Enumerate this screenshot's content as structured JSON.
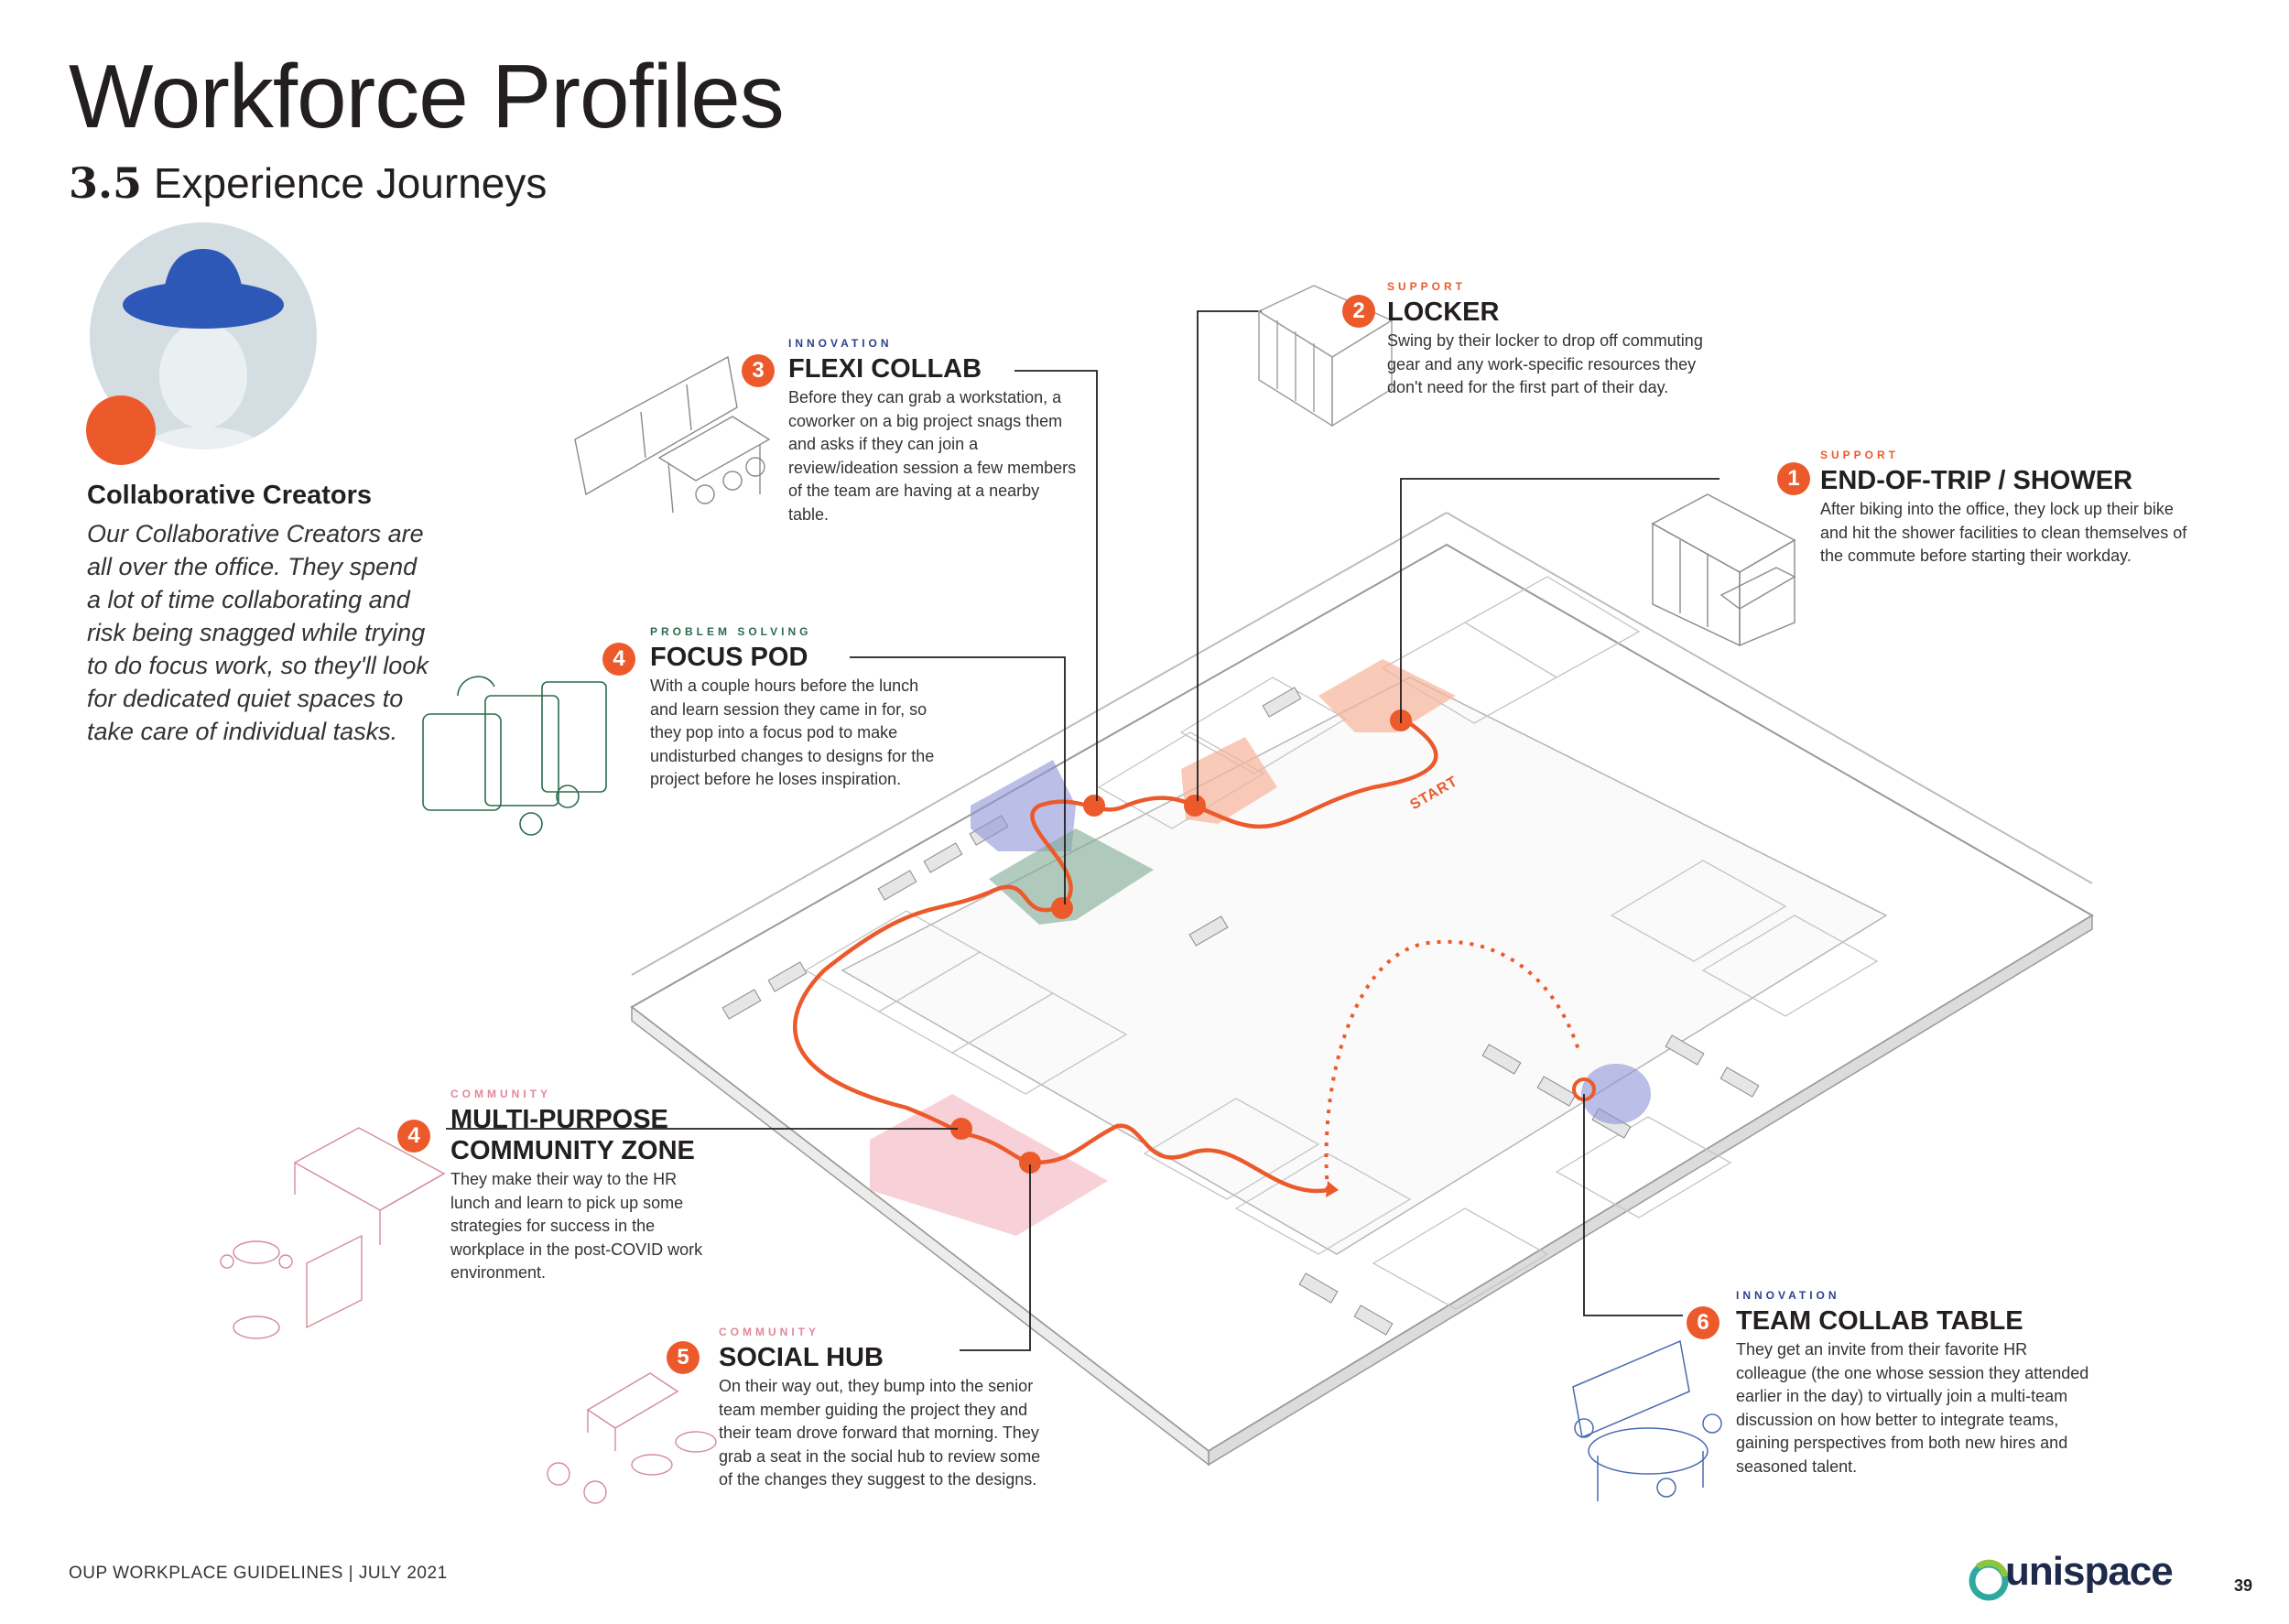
{
  "header": {
    "title": "Workforce Profiles",
    "section_number": "3.5",
    "section_title": "Experience Journeys"
  },
  "persona": {
    "name": "Collaborative Creators",
    "description": "Our Collaborative Creators are all over the office. They spend a lot of time collaborating and risk being snagged while trying to do focus work, so they'll look for dedicated quiet spaces to take care of individual tasks."
  },
  "map": {
    "start_label": "START"
  },
  "stops": [
    {
      "number": "1",
      "category": "SUPPORT",
      "title": "END-OF-TRIP / SHOWER",
      "description": "After biking into the office, they lock up their bike and hit the shower facilities to clean themselves of the commute before starting their workday."
    },
    {
      "number": "2",
      "category": "SUPPORT",
      "title": "LOCKER",
      "description": "Swing by their locker to drop off commuting gear and any work-specific resources they don't need for the first part of their day."
    },
    {
      "number": "3",
      "category": "INNOVATION",
      "title": "FLEXI COLLAB",
      "description": "Before they can grab a workstation, a coworker on a big project snags them and asks if they can join a review/ideation session a few members of the team are having at a nearby table."
    },
    {
      "number": "4",
      "category": "PROBLEM SOLVING",
      "title": "FOCUS POD",
      "description": "With a couple hours before the lunch and learn session they came in for, so they pop into a focus pod to make undisturbed changes to designs for the project before he loses inspiration."
    },
    {
      "number": "4",
      "category": "COMMUNITY",
      "title": "MULTI-PURPOSE COMMUNITY ZONE",
      "description": "They make their way to the HR lunch and learn to pick up some strategies for success in the workplace in the post-COVID work environment."
    },
    {
      "number": "5",
      "category": "COMMUNITY",
      "title": "SOCIAL HUB",
      "description": "On their way out, they bump into the senior team member guiding the project they and their team drove forward that morning. They grab a seat in the social hub to review some of the changes they suggest to the designs."
    },
    {
      "number": "6",
      "category": "INNOVATION",
      "title": "TEAM COLLAB TABLE",
      "description": "They get an invite from their favorite HR colleague (the one whose session they attended earlier in the day) to virtually join a multi-team discussion on how better to integrate teams, gaining perspectives from both new hires and seasoned talent."
    }
  ],
  "footer": {
    "text": "OUP WORKPLACE GUIDELINES | JULY 2021",
    "brand": "unispace",
    "page_number": "39"
  },
  "colors": {
    "accent": "#ec5a2c",
    "support_zone": "#f6b49a",
    "innovation_zone": "#8d93d6",
    "problem_solving_zone": "#7fa894",
    "community_zone": "#f2b8c2",
    "avatar_hat": "#2d58b8",
    "avatar_bg": "#d3dde2"
  }
}
